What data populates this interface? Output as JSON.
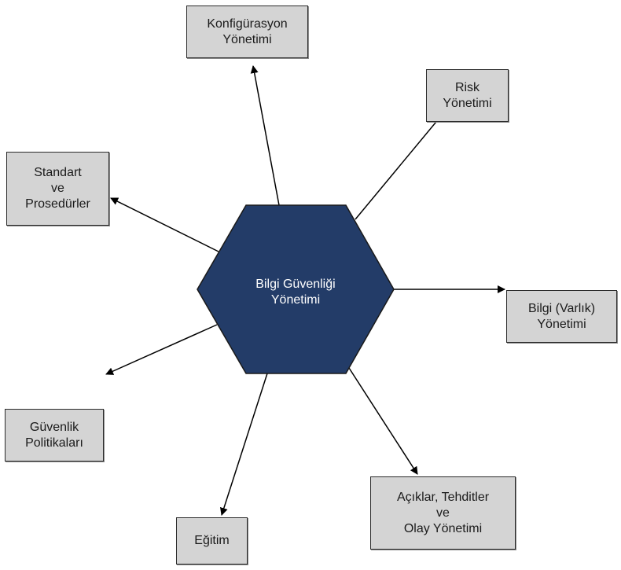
{
  "colors": {
    "center_fill": "#233c68",
    "box_fill": "#d4d4d4",
    "line": "#000000"
  },
  "center": {
    "lines": [
      "Bilgi Güvenliği",
      "Yönetimi"
    ]
  },
  "nodes": [
    {
      "id": "konfig",
      "lines": [
        "Konfigürasyon",
        "Yönetimi"
      ]
    },
    {
      "id": "risk",
      "lines": [
        "Risk",
        "Yönetimi"
      ]
    },
    {
      "id": "varlik",
      "lines": [
        "Bilgi (Varlık)",
        "Yönetimi"
      ]
    },
    {
      "id": "aciklar",
      "lines": [
        "Açıklar, Tehditler",
        "ve",
        "Olay Yönetimi"
      ]
    },
    {
      "id": "egitim",
      "lines": [
        "Eğitim"
      ]
    },
    {
      "id": "guvenlik",
      "lines": [
        "Güvenlik",
        "Politikaları"
      ]
    },
    {
      "id": "standart",
      "lines": [
        "Standart",
        "ve",
        "Prosedürler"
      ]
    }
  ],
  "edges": [
    {
      "from": "center",
      "to": "konfig"
    },
    {
      "from": "center",
      "to": "risk"
    },
    {
      "from": "center",
      "to": "varlik"
    },
    {
      "from": "center",
      "to": "aciklar"
    },
    {
      "from": "center",
      "to": "egitim"
    },
    {
      "from": "center",
      "to": "guvenlik"
    },
    {
      "from": "center",
      "to": "standart"
    }
  ]
}
